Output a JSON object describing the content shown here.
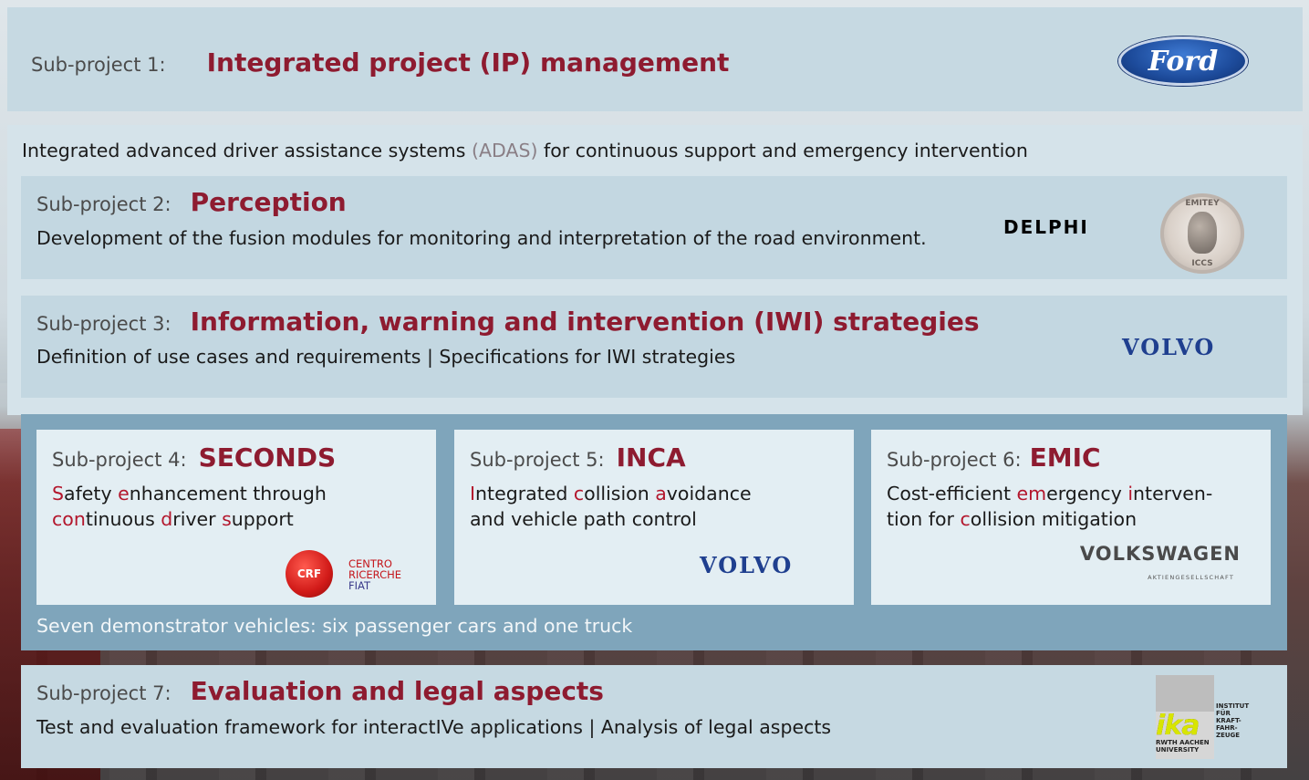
{
  "sp1": {
    "label": "Sub-project 1:",
    "title": "Integrated project (IP) management",
    "logo": "Ford"
  },
  "adas": {
    "text_pre": "Integrated advanced driver assistance systems ",
    "text_abbr": "(ADAS)",
    "text_post": " for continuous support and emergency intervention"
  },
  "sp2": {
    "label": "Sub-project 2:",
    "title": "Perception",
    "desc": "Development of the fusion modules for monitoring and interpretation of the road environment.",
    "logo": "DELPHI"
  },
  "sp3": {
    "label": "Sub-project 3:",
    "title": "Information, warning and intervention (IWI) strategies",
    "desc": "Definition of use cases and requirements | Specifications for IWI strategies",
    "logo": "VOLVO"
  },
  "sp4": {
    "label": "Sub-project 4:",
    "title": "SECONDS",
    "logo_circle": "CRF",
    "logo_lines": [
      "CENTRO",
      "RICERCHE",
      "FIAT"
    ]
  },
  "sp5": {
    "label": "Sub-project 5:",
    "title": "INCA",
    "logo": "VOLVO"
  },
  "sp6": {
    "label": "Sub-project 6:",
    "title": "EMIC",
    "logo": "VOLKSWAGEN",
    "logo_sub": "AKTIENGESELLSCHAFT"
  },
  "group_foot": "Seven demonstrator vehicles: six passenger cars and one truck",
  "sp7": {
    "label": "Sub-project 7:",
    "title": "Evaluation and legal aspects",
    "desc": "Test and evaluation framework for interactIVe applications | Analysis of legal aspects",
    "logo": "ika"
  },
  "colors": {
    "title": "#8e1b30",
    "highlight": "#b3162c",
    "panel": "#c3d7e1",
    "group": "#7fa5bb"
  }
}
